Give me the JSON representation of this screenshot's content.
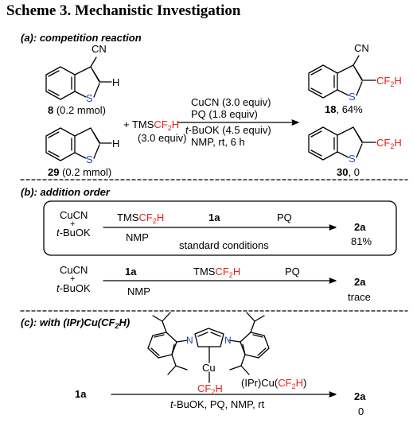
{
  "title": "Scheme 3. Mechanistic Investigation",
  "colors": {
    "heteroatom": "#1d4fc4",
    "cf2h": "#e8211b",
    "line": "#000000"
  },
  "section_a": {
    "label": "(a): competition reaction",
    "cn_top": "CN",
    "h_top": "H",
    "s": "S",
    "sm1_num": "8",
    "sm1_amt": " (0.2 mmol)",
    "sm2_num": "29",
    "sm2_amt": " (0.2 mmol)",
    "h_bottom": "H",
    "plus": "+ TMS",
    "cf2h_main": "CF",
    "cf2h_sub": "2",
    "cf2h_end": "H",
    "tms_equiv": "(3.0 equiv)",
    "cond1": "CuCN (3.0 equiv)",
    "cond2": "PQ (1.8 equiv)",
    "cond3_t": "t",
    "cond3_rest": "-BuOK (4.5 equiv)",
    "cond4": "NMP, rt, 6 h",
    "p1_cn": "CN",
    "p1_num": "18",
    "p1_yield": ", 64%",
    "p2_num": "30",
    "p2_yield": ", 0"
  },
  "section_b": {
    "label": "(b): addition order",
    "row1": {
      "cucn": "CuCN",
      "plus": "+",
      "t": "t",
      "buok": "-BuOK",
      "tms": "TMS",
      "cf": "CF",
      "sub": "2",
      "h": "H",
      "nmp": "NMP",
      "s1a": "1a",
      "pq": "PQ",
      "standard": "standard conditions",
      "product": "2a",
      "yield": "81%"
    },
    "row2": {
      "cucn": "CuCN",
      "plus": "+",
      "t": "t",
      "buok": "-BuOK",
      "s1a": "1a",
      "nmp": "NMP",
      "tms": "TMS",
      "cf": "CF",
      "sub": "2",
      "h": "H",
      "pq": "PQ",
      "product": "2a",
      "yield": "trace"
    }
  },
  "section_c": {
    "label": "(c): with (IPr)Cu(CF",
    "label_sub": "2",
    "label_end": "H)",
    "n": "N",
    "cu": "Cu",
    "cf": "CF",
    "sub": "2",
    "h": "H",
    "reagent_pre": "(IPr)Cu(",
    "reagent_cf": "CF",
    "reagent_sub": "2",
    "reagent_h": "H",
    "reagent_end": ")",
    "start": "1a",
    "cond_t": "t",
    "cond_rest": "-BuOK, PQ, NMP, rt",
    "product": "2a",
    "yield": "0"
  }
}
